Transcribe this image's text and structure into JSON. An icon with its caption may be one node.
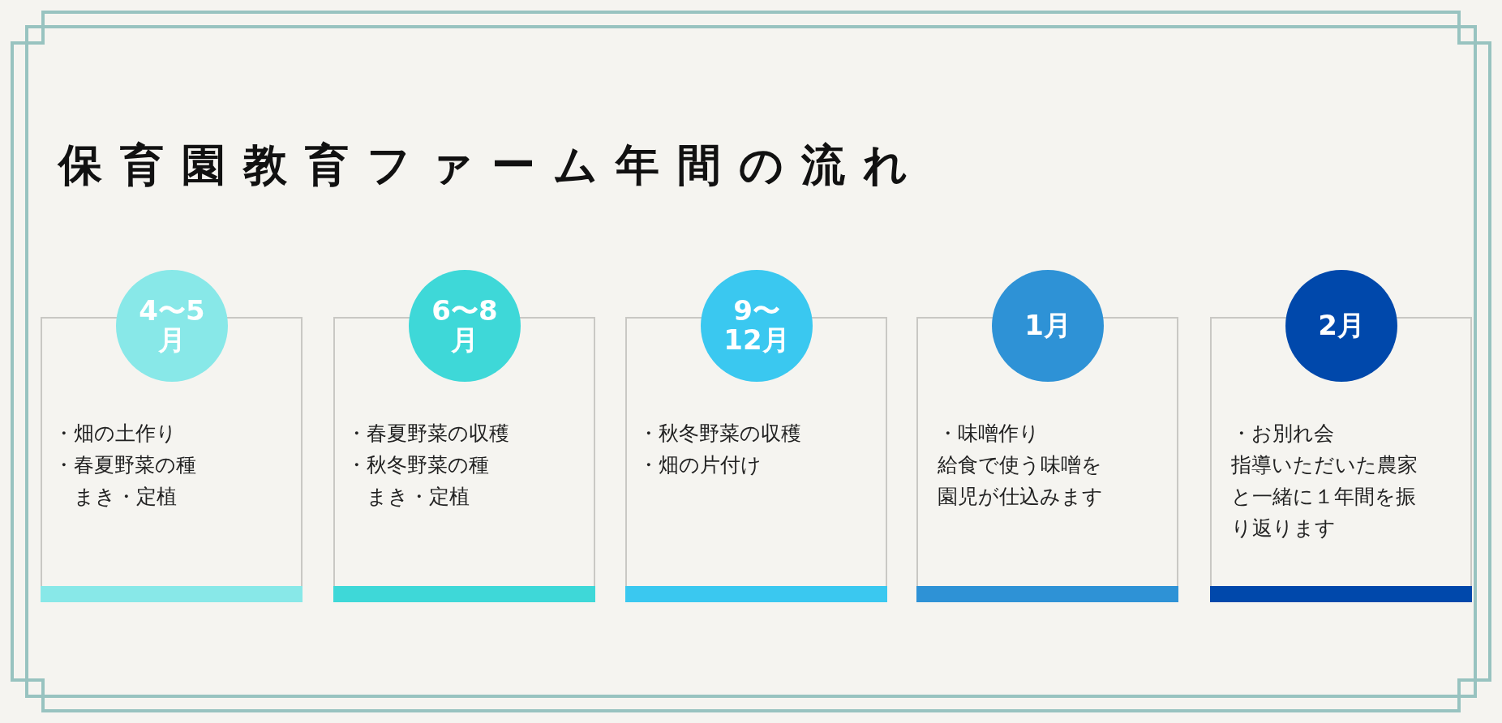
{
  "diagram": {
    "title": "保育園教育ファーム年間の流れ",
    "nodes": [
      {
        "text": [
          "4〜5月"
        ]
      },
      {
        "text": [
          "・畑の土作り",
          "・春夏野菜の種まき・定植"
        ]
      },
      {
        "text": [
          "6〜8月"
        ]
      },
      {
        "text": [
          "・春夏野菜の収穫",
          "・秋冬野菜の種まき・定植"
        ]
      },
      {
        "text": [
          "9〜12月"
        ]
      },
      {
        "text": [
          "・秋冬野菜の収穫",
          "・畑の片付け"
        ]
      },
      {
        "text": [
          "1月"
        ]
      },
      {
        "text": [
          "・味噌作り",
          "給食で使う味噌を園児が仕込みます"
        ]
      },
      {
        "text": [
          "2月"
        ]
      },
      {
        "text": [
          "・お別れ会",
          "指導いただいた農家と一緒に１年間を振り返ります"
        ]
      }
    ]
  }
}
